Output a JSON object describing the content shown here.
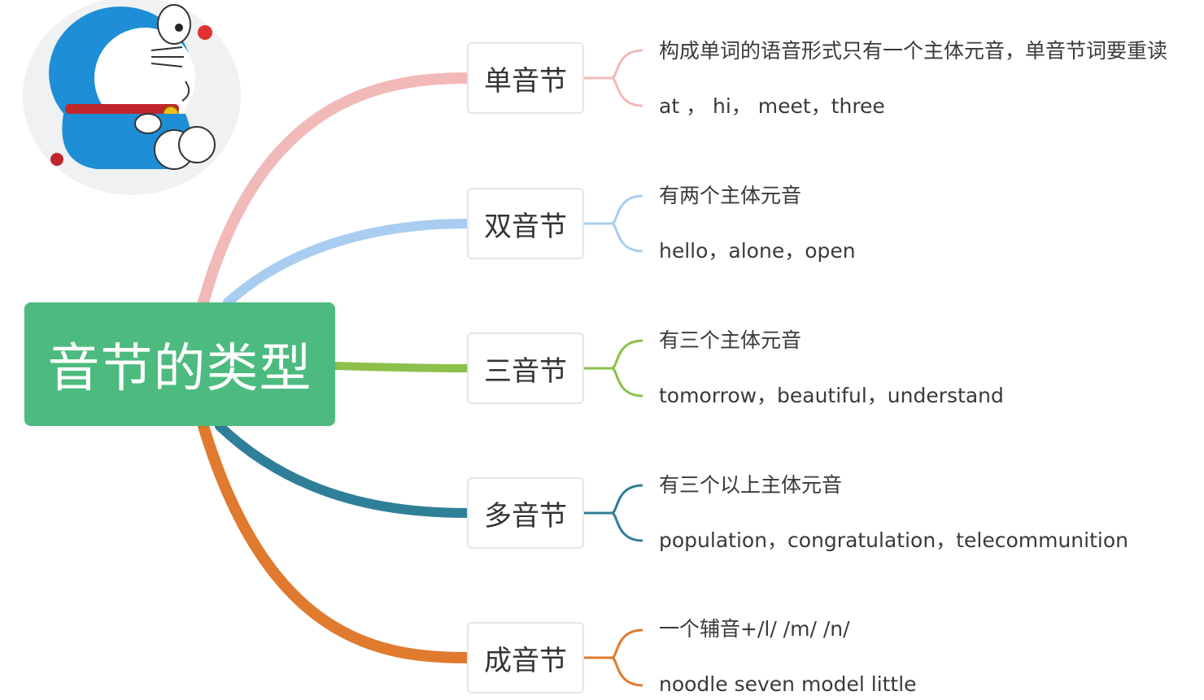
{
  "root": {
    "label": "音节的类型"
  },
  "branches": [
    {
      "label": "单音节",
      "color": "#f2b9b9",
      "rule": "构成单词的语音形式只有一个主体元音，单音节词要重读",
      "examples": "at ， hi， meet，three"
    },
    {
      "label": "双音节",
      "color": "#a9cdf0",
      "rule": "有两个主体元音",
      "examples": "hello，alone，open"
    },
    {
      "label": "三音节",
      "color": "#8cc04a",
      "rule": "有三个主体元音",
      "examples": "tomorrow，beautiful，understand"
    },
    {
      "label": "多音节",
      "color": "#2f7f98",
      "rule": "有三个以上主体元音",
      "examples": "population，congratulation，telecommunition"
    },
    {
      "label": "成音节",
      "color": "#e07a2e",
      "rule": "一个辅音+/l/  /m/  /n/",
      "examples": "noodle  seven  model  little"
    }
  ],
  "avatar": {
    "icon": "doraemon-icon"
  }
}
